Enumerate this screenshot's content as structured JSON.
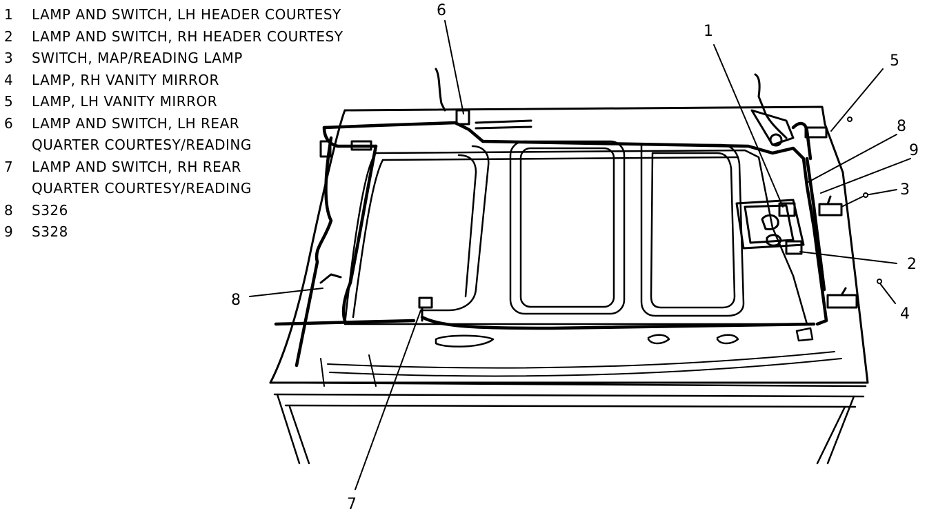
{
  "legend": [
    {
      "num": "1",
      "text": "LAMP AND SWITCH, LH HEADER COURTESY"
    },
    {
      "num": "2",
      "text": "LAMP AND SWITCH, RH HEADER COURTESY"
    },
    {
      "num": "3",
      "text": "SWITCH, MAP/READING LAMP"
    },
    {
      "num": "4",
      "text": "LAMP, RH VANITY MIRROR"
    },
    {
      "num": "5",
      "text": "LAMP, LH VANITY MIRROR"
    },
    {
      "num": "6",
      "text": "LAMP AND SWITCH, LH REAR\nQUARTER COURTESY/READING"
    },
    {
      "num": "7",
      "text": "LAMP AND SWITCH, RH REAR\nQUARTER COURTESY/READING"
    },
    {
      "num": "8",
      "text": "S326"
    },
    {
      "num": "9",
      "text": "S328"
    }
  ],
  "callouts": {
    "c1": "1",
    "c2": "2",
    "c3": "3",
    "c4": "4",
    "c5": "5",
    "c6": "6",
    "c7": "7",
    "c8a": "8",
    "c8b": "8",
    "c9": "9"
  }
}
